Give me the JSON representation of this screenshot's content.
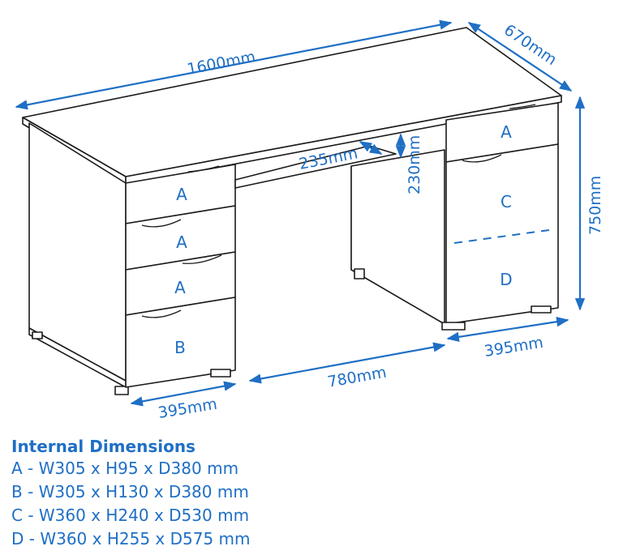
{
  "dimensions": {
    "width": "1600mm",
    "depth": "670mm",
    "height": "750mm",
    "pedestal_left_width": "395mm",
    "pedestal_right_width": "395mm",
    "knee_space_width": "780mm",
    "keyboard_shelf_depth": "235mm",
    "keyboard_shelf_height": "230mm"
  },
  "compartments": {
    "left": [
      "A",
      "A",
      "A",
      "B"
    ],
    "right": [
      "A",
      "C",
      "D"
    ]
  },
  "legend": {
    "title": "Internal Dimensions",
    "rows": [
      "A - W305 x H95 x D380 mm",
      "B - W305 x H130 x D380 mm",
      "C - W360 x H240 x D530 mm",
      "D - W360 x H255 x D575 mm"
    ]
  },
  "colors": {
    "annotation": "#1f6fc5",
    "line": "#1a1a1a"
  }
}
